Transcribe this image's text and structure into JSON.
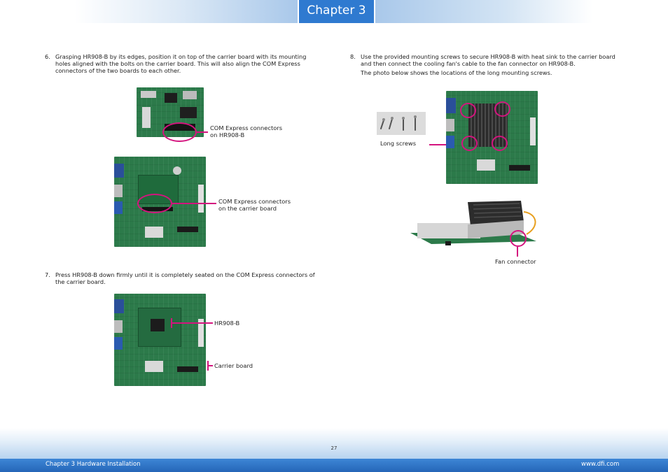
{
  "header": {
    "chapter_label": "Chapter 3"
  },
  "steps": [
    {
      "number": "6.",
      "text": "Grasping HR908-B by its edges, position it on top of the carrier board with its mounting holes aligned with the bolts on the carrier board. This will also align the COM Express connectors of the two boards to each other."
    },
    {
      "number": "7.",
      "text": "Press HR908-B down firmly until it is completely seated on the COM Express connectors of the carrier board."
    },
    {
      "number": "8.",
      "text": "Use the provided mounting screws to secure HR908-B with heat sink to the carrier board and then connect the cooling fan's cable to the fan connector on HR908-B.",
      "note": "The photo below shows the locations of the long mounting screws."
    }
  ],
  "callouts": {
    "com_hr908_line1": "COM Express connectors",
    "com_hr908_line2": "on HR908-B",
    "com_carrier_line1": "COM Express connectors",
    "com_carrier_line2": "on the carrier board",
    "hr908b": "HR908-B",
    "carrier_board": "Carrier board",
    "long_screws": "Long screws",
    "fan_connector": "Fan connector"
  },
  "footer": {
    "page_number": "27",
    "section": "Chapter 3 Hardware Installation",
    "website": "www.dfi.com"
  },
  "colors": {
    "accent": "#2f7ad0",
    "highlight": "#d4147e",
    "pcb": "#2c7a4a"
  }
}
